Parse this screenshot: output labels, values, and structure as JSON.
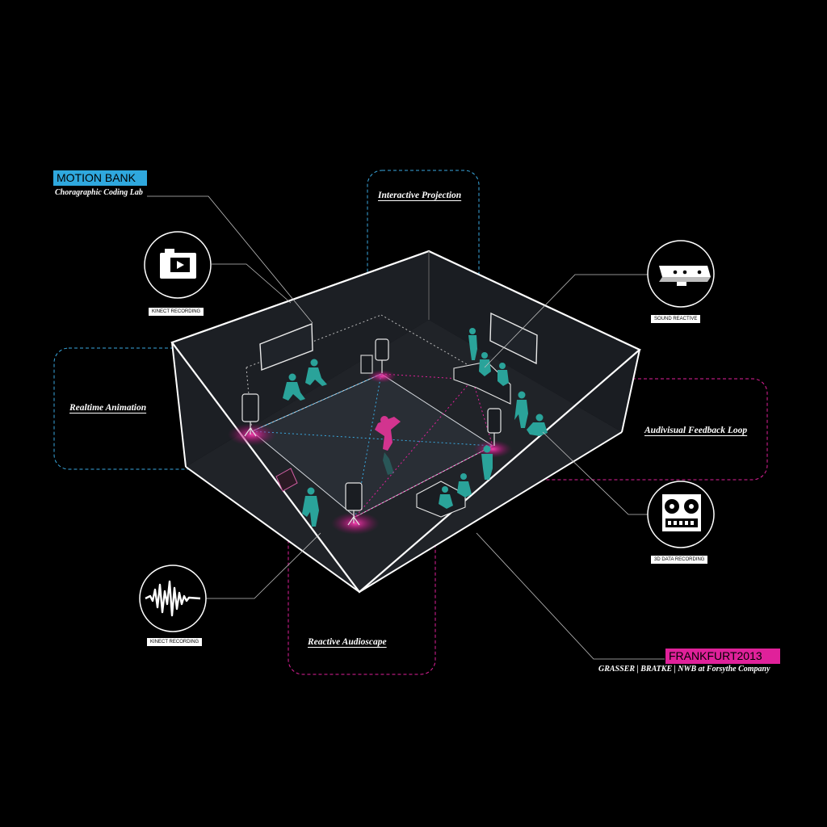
{
  "header": {
    "title": "MOTION BANK",
    "subtitle": "Choragraphic Coding Lab"
  },
  "footer": {
    "title": "FRANKFURT2013",
    "subtitle": "GRASSER | BRATKE | NWB at Forsythe Company"
  },
  "zones": {
    "interactive_projection": "Interactive Projection",
    "realtime_animation": "Realtime Animation",
    "audiovisual_feedback": "Audivisual Feedback Loop",
    "reactive_audioscape": "Reactive Audioscape"
  },
  "icons": {
    "camera": {
      "icon": "video-camera-icon",
      "caption": "KINECT RECORDING"
    },
    "kinect": {
      "icon": "kinect-sensor-icon",
      "caption": "SOUND REACTIVE"
    },
    "reel": {
      "icon": "reel-to-reel-recorder-icon",
      "caption": "3D DATA RECORDING"
    },
    "wave": {
      "icon": "sound-waveform-icon",
      "caption": "KINECT RECORDING"
    }
  },
  "colors": {
    "accent_blue": "#2fa8de",
    "accent_pink": "#e0219a",
    "figure_teal": "#2aa39a",
    "line": "#ffffff"
  }
}
